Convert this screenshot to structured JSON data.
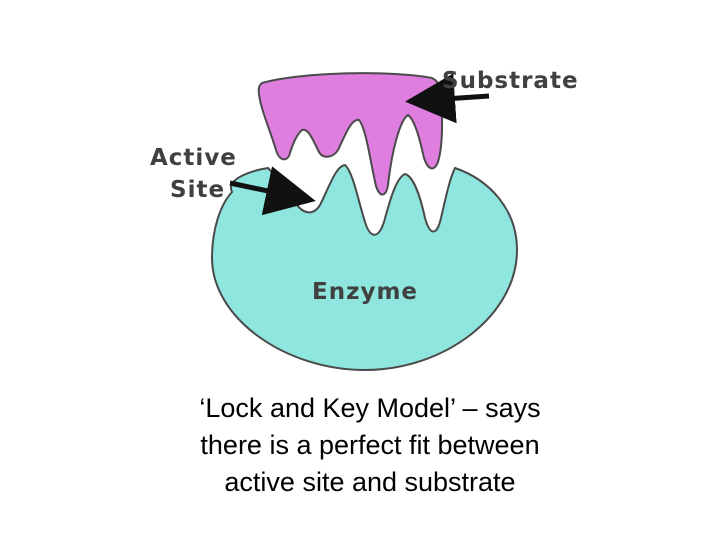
{
  "diagram": {
    "labels": {
      "substrate": "Substrate",
      "active_site_line1": "Active",
      "active_site_line2": "Site",
      "enzyme": "Enzyme"
    },
    "colors": {
      "substrate_fill": "#e07ee0",
      "enzyme_fill": "#8ee6de",
      "outline": "#4a4a4a",
      "arrow": "#111111"
    }
  },
  "caption": {
    "line1": "‘Lock and Key Model’ – says",
    "line2": "there is a perfect fit between",
    "line3": "active site and substrate"
  }
}
